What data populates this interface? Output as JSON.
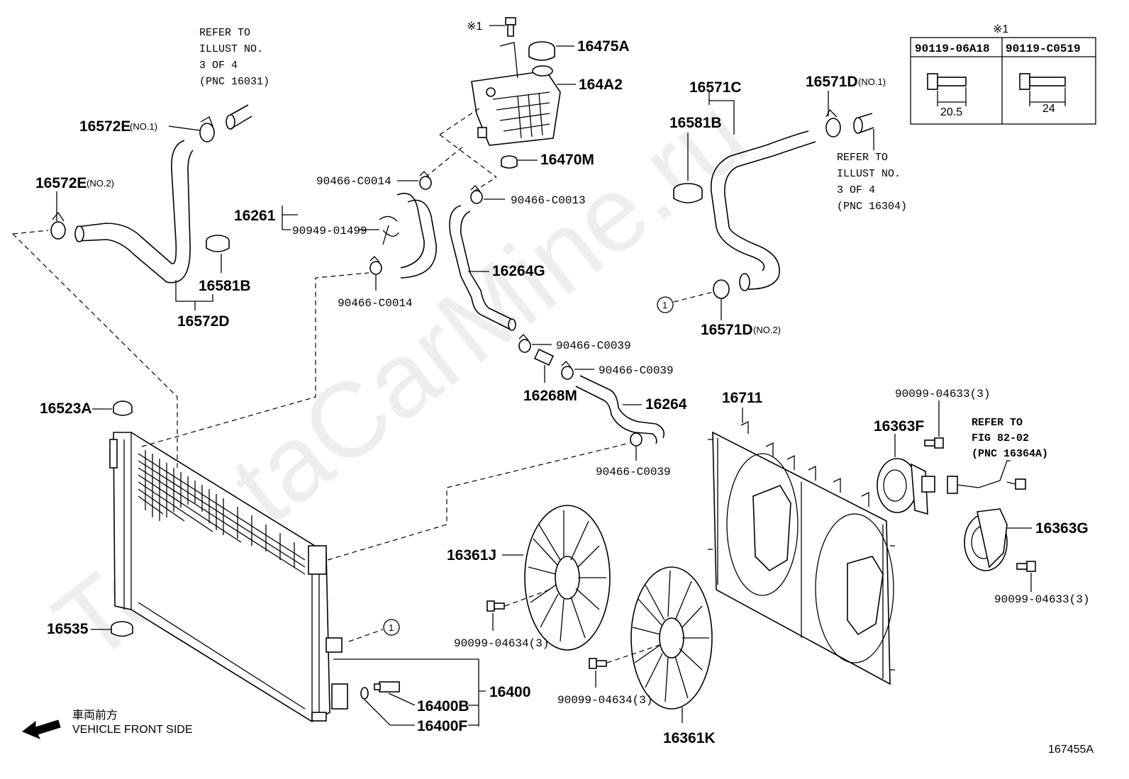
{
  "watermark": "ToyotaCarMine.ru",
  "figure_id": "167455A",
  "direction": {
    "jp": "車両前方",
    "en": "VEHICLE FRONT SIDE"
  },
  "inset": {
    "marker": "※1",
    "col1": "90119-06A18",
    "col2": "90119-C0519",
    "dim1": "20.5",
    "dim2": "24"
  },
  "notes": {
    "hose_top_left": [
      "REFER TO",
      "ILLUST NO.",
      "3 OF 4",
      "(PNC 16031)"
    ],
    "hose_top_right": [
      "REFER TO",
      "ILLUST NO.",
      "3 OF 4",
      "(PNC 16304)"
    ],
    "fig": [
      "REFER TO",
      "FIG 82-02",
      "(PNC 16364A)"
    ]
  },
  "labels": {
    "p16475A": "16475A",
    "p164A2": "164A2",
    "p16470M": "16470M",
    "mark1": "※1",
    "p16572E_1": "16572E",
    "p16572E_1_sub": "(NO.1)",
    "p16572E_2": "16572E",
    "p16572E_2_sub": "(NO.2)",
    "p16581B_l": "16581B",
    "p16572D": "16572D",
    "p90466_C0014_a": "90466-C0014",
    "p16261": "16261",
    "p90949": "90949-01499",
    "p90466_C0014_b": "90466-C0014",
    "p90466_C0013": "90466-C0013",
    "p16264G": "16264G",
    "p90466_C0039_a": "90466-C0039",
    "p90466_C0039_b": "90466-C0039",
    "p16268M": "16268M",
    "p16264": "16264",
    "p90466_C0039_c": "90466-C0039",
    "p16571C": "16571C",
    "p16581B_r": "16581B",
    "p16571D_1": "16571D",
    "p16571D_1_sub": "(NO.1)",
    "p16571D_2": "16571D",
    "p16571D_2_sub": "(NO.2)",
    "p16523A": "16523A",
    "p16535": "16535",
    "p16711": "16711",
    "p16363F": "16363F",
    "p90099_04633_a": "90099-04633(3)",
    "p16363G": "16363G",
    "p90099_04633_b": "90099-04633(3)",
    "p16361J": "16361J",
    "p90099_04634_a": "90099-04634(3)",
    "p90099_04634_b": "90099-04634(3)",
    "p16361K": "16361K",
    "p16400": "16400",
    "p16400B": "16400B",
    "p16400F": "16400F",
    "circle1": "1"
  }
}
